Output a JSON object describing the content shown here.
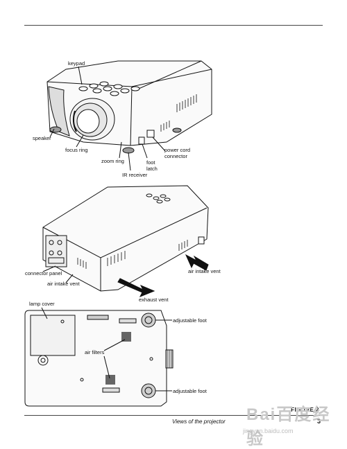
{
  "labels": {
    "keypad": "keypad",
    "speaker": "speaker",
    "focus_ring": "focus ring",
    "zoom_ring": "zoom ring",
    "ir_receiver": "IR receiver",
    "foot_latch": "foot latch",
    "power_cord_connector": "power cord connector",
    "connector_panel": "connector panel",
    "air_intake_vent_left": "air intake vent",
    "air_intake_vent_right": "air intake vent",
    "exhaust_vent": "exhaust vent",
    "lamp_cover": "lamp cover",
    "adjustable_foot_top": "adjustable foot",
    "adjustable_foot_bottom": "adjustable foot",
    "air_filters": "air filters"
  },
  "caption": {
    "figure": "FIGURE 2",
    "subtitle": "Views of the projector",
    "page_number": "3"
  },
  "watermark": {
    "logo": "Bai百度经验",
    "url": "jingyan.baidu.com"
  }
}
